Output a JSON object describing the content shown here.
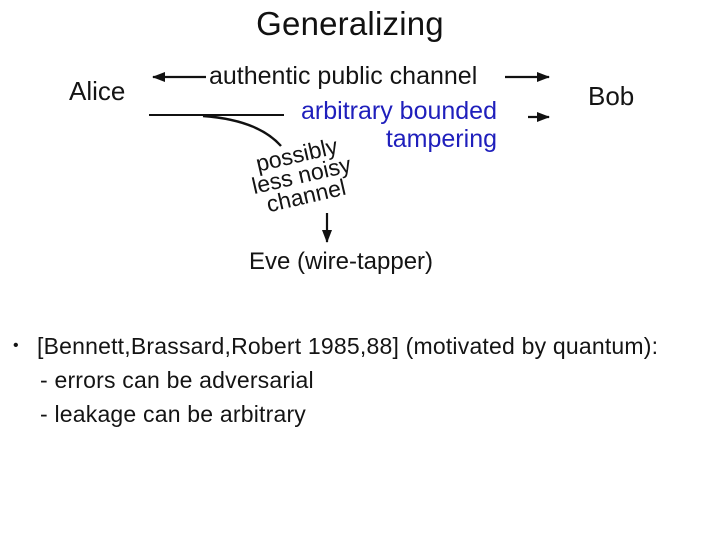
{
  "slide": {
    "title": "Generalizing",
    "colors": {
      "accent_blue": "#1F1FBC",
      "text_black": "#141414",
      "background": "#FFFFFF"
    },
    "diagram": {
      "alice_label": "Alice",
      "bob_label": "Bob",
      "public_channel_label": "authentic public channel",
      "tampering_lines": [
        "arbitrary bounded",
        "tampering"
      ],
      "noisy_channel_lines": [
        "possibly",
        "less noisy",
        "channel"
      ],
      "eve_label": "Eve (wire-tapper)"
    },
    "bullets": {
      "marker": "•",
      "main": "[Bennett,Brassard,Robert 1985,88] (motivated by quantum):",
      "items": [
        "- errors can be adversarial",
        "- leakage can be arbitrary"
      ]
    }
  }
}
